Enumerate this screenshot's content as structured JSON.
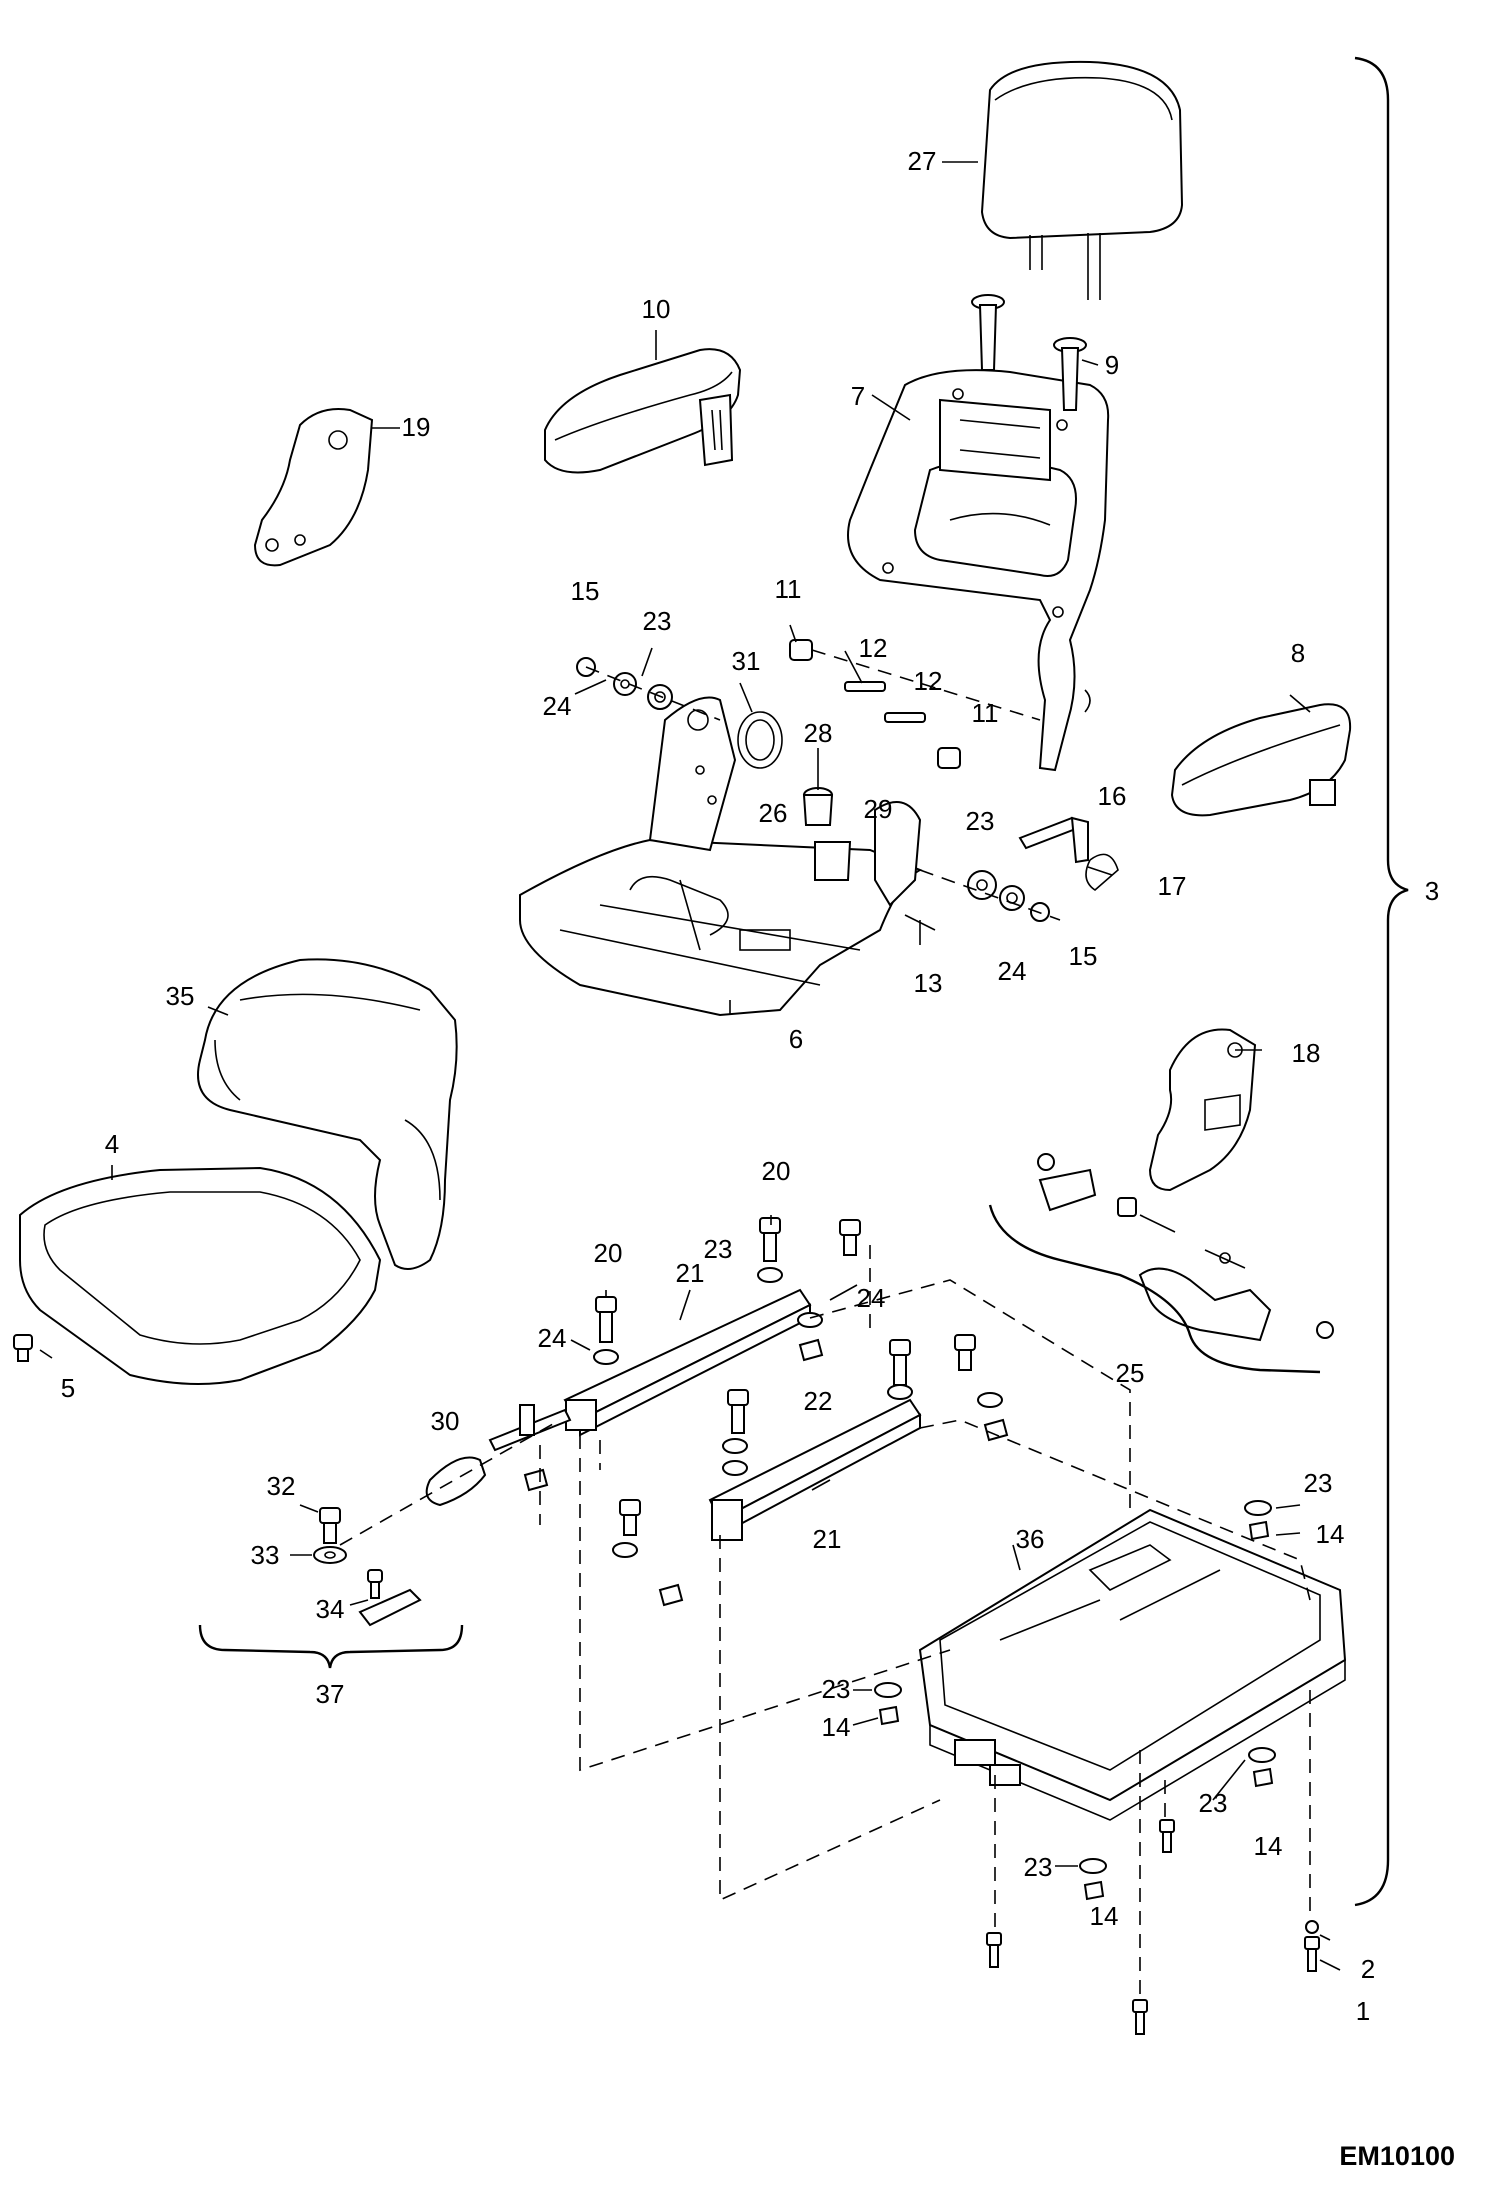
{
  "diagram_code": "EM10100",
  "callouts": [
    {
      "label": "27"
    },
    {
      "label": "10"
    },
    {
      "label": "9"
    },
    {
      "label": "7"
    },
    {
      "label": "19"
    },
    {
      "label": "15"
    },
    {
      "label": "23"
    },
    {
      "label": "24"
    },
    {
      "label": "31"
    },
    {
      "label": "11"
    },
    {
      "label": "12"
    },
    {
      "label": "12"
    },
    {
      "label": "11"
    },
    {
      "label": "8"
    },
    {
      "label": "28"
    },
    {
      "label": "26"
    },
    {
      "label": "29"
    },
    {
      "label": "23"
    },
    {
      "label": "16"
    },
    {
      "label": "17"
    },
    {
      "label": "24"
    },
    {
      "label": "15"
    },
    {
      "label": "13"
    },
    {
      "label": "6"
    },
    {
      "label": "3"
    },
    {
      "label": "35"
    },
    {
      "label": "18"
    },
    {
      "label": "4"
    },
    {
      "label": "20"
    },
    {
      "label": "20"
    },
    {
      "label": "23"
    },
    {
      "label": "21"
    },
    {
      "label": "24"
    },
    {
      "label": "24"
    },
    {
      "label": "22"
    },
    {
      "label": "25"
    },
    {
      "label": "5"
    },
    {
      "label": "30"
    },
    {
      "label": "32"
    },
    {
      "label": "33"
    },
    {
      "label": "34"
    },
    {
      "label": "37"
    },
    {
      "label": "21"
    },
    {
      "label": "36"
    },
    {
      "label": "23"
    },
    {
      "label": "14"
    },
    {
      "label": "23"
    },
    {
      "label": "14"
    },
    {
      "label": "23"
    },
    {
      "label": "14"
    },
    {
      "label": "23"
    },
    {
      "label": "14"
    },
    {
      "label": "2"
    },
    {
      "label": "1"
    }
  ]
}
